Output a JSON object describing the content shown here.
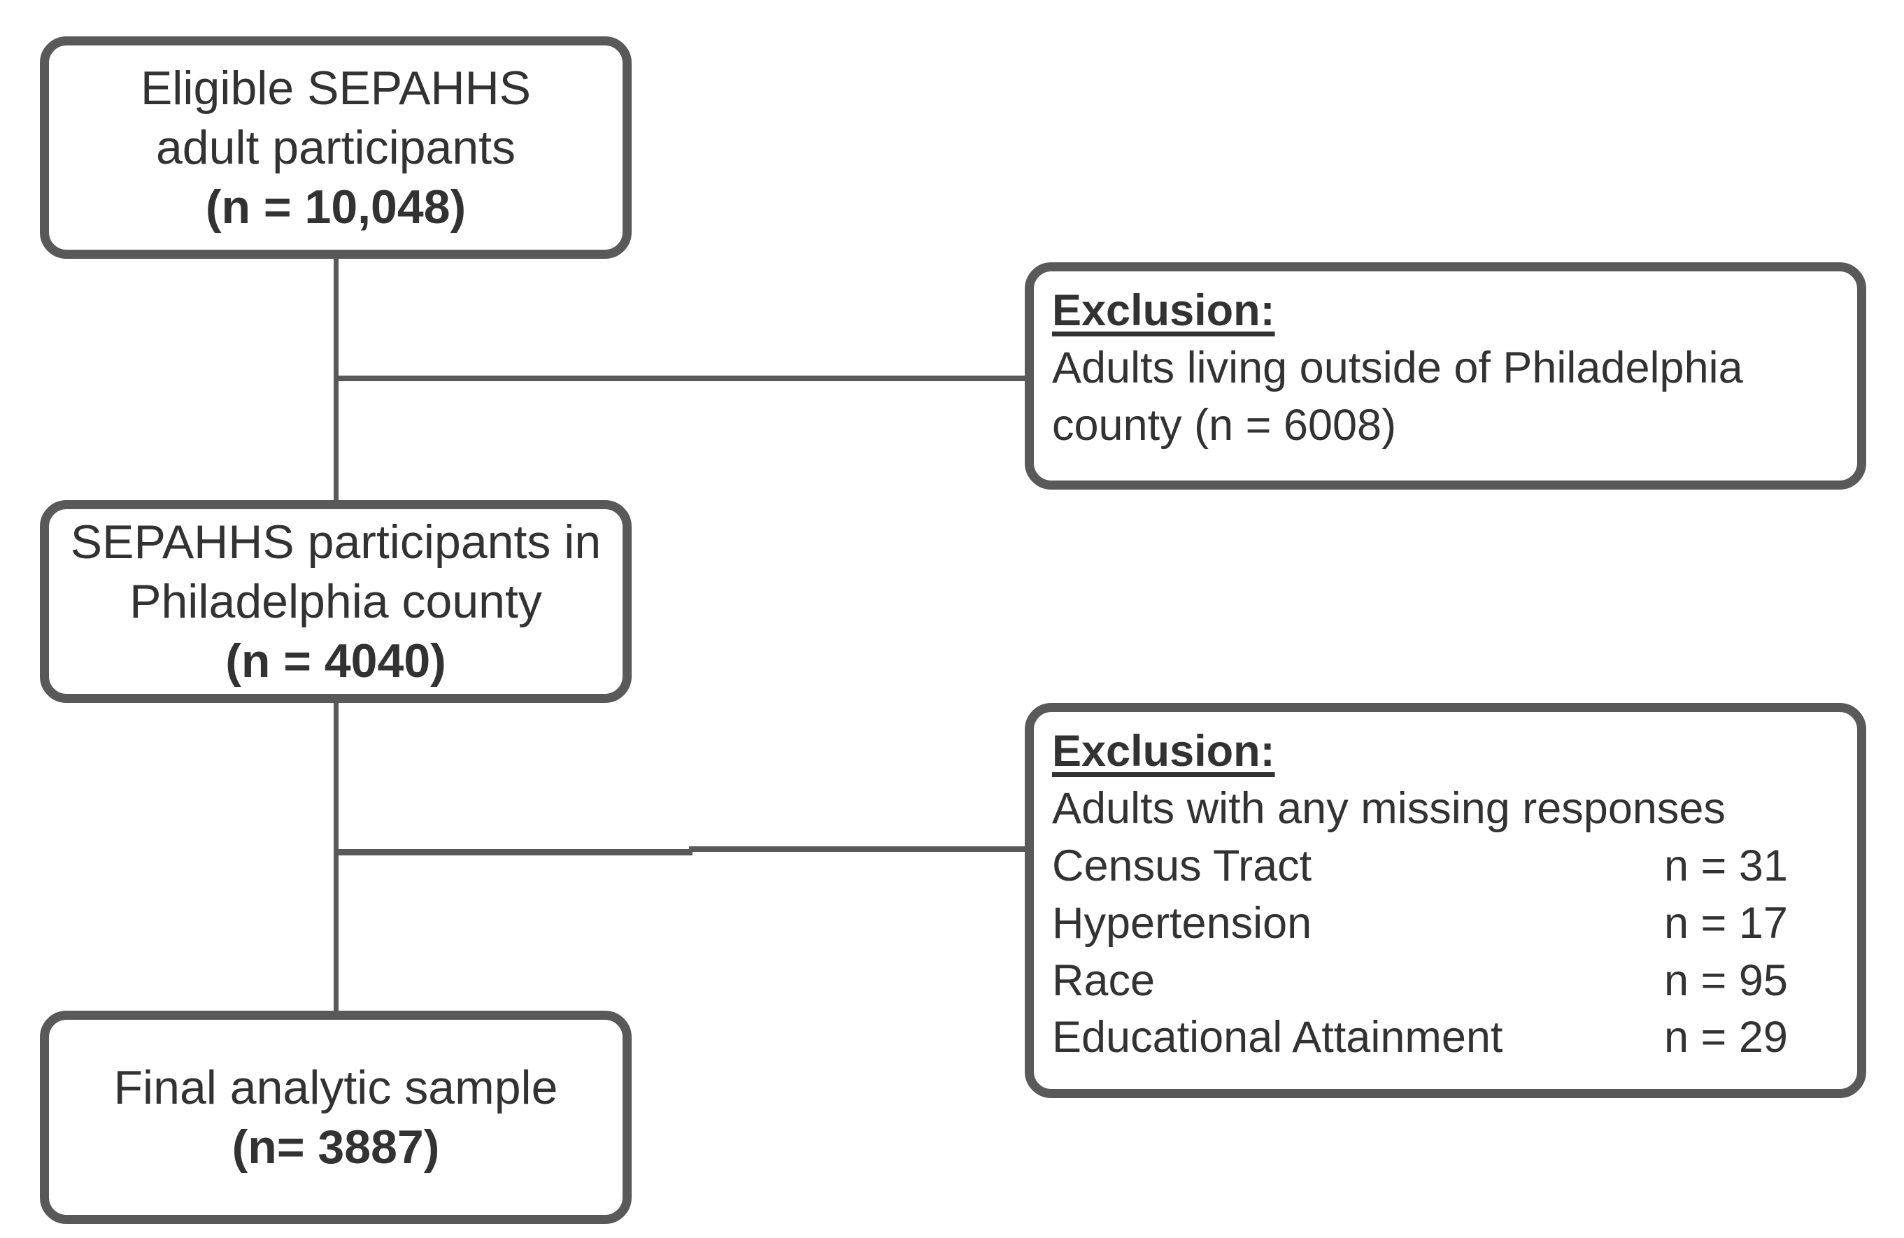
{
  "diagram": {
    "colors": {
      "box_border": "#595959",
      "connector": "#595959",
      "text": "#323232",
      "background": "#ffffff"
    },
    "boxes": {
      "eligible": {
        "lines": [
          "Eligible SEPAHHS",
          "adult participants"
        ],
        "count": "(n = 10,048)"
      },
      "philly": {
        "lines": [
          "SEPAHHS participants in",
          "Philadelphia county"
        ],
        "count": "(n = 4040)"
      },
      "final": {
        "lines": [
          "Final analytic sample"
        ],
        "count": "(n= 3887)"
      },
      "exclusion1": {
        "heading": "Exclusion:",
        "lines": [
          "Adults living outside of Philadelphia",
          "county (n = 6008)"
        ]
      },
      "exclusion2": {
        "heading": "Exclusion:",
        "intro": "Adults with any missing responses",
        "items": [
          {
            "label": "Census Tract",
            "value": "n = 31"
          },
          {
            "label": "Hypertension",
            "value": "n = 17"
          },
          {
            "label": "Race",
            "value": "n = 95"
          },
          {
            "label": "Educational Attainment",
            "value": "n = 29"
          }
        ]
      }
    }
  }
}
